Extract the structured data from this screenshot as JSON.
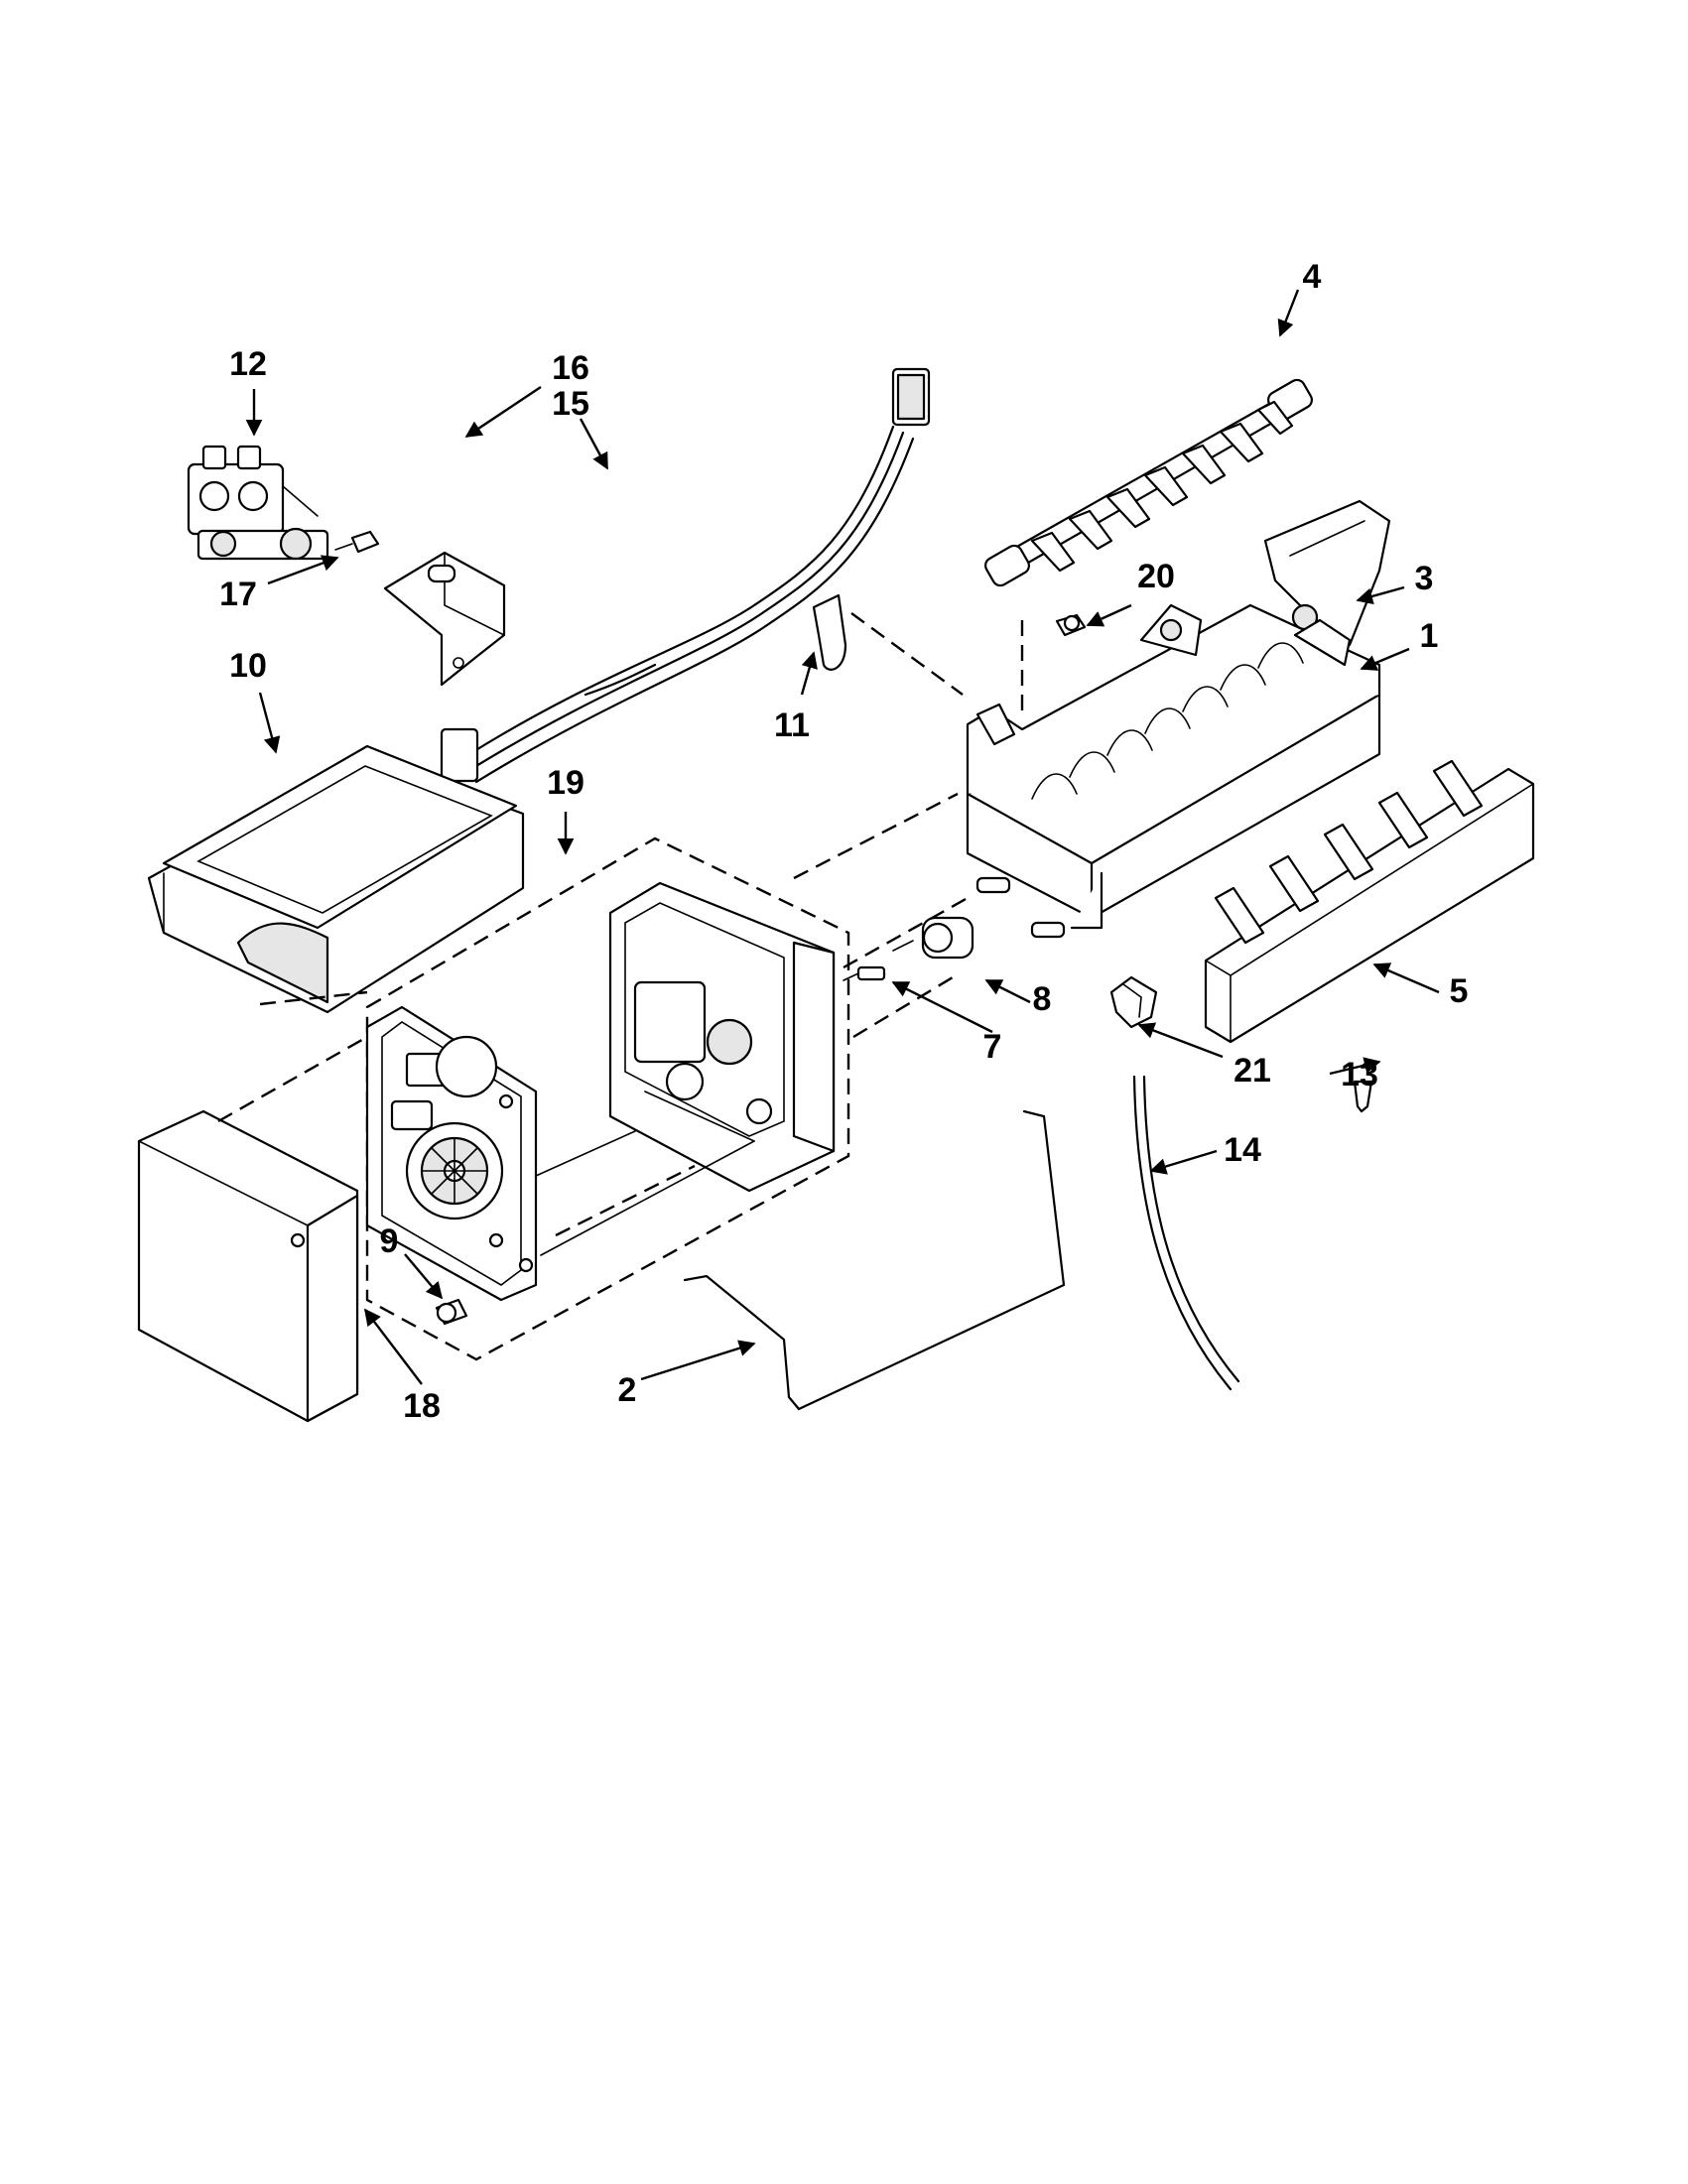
{
  "callouts": [
    {
      "id": "1",
      "label": "1"
    },
    {
      "id": "2",
      "label": "2"
    },
    {
      "id": "3",
      "label": "3"
    },
    {
      "id": "4",
      "label": "4"
    },
    {
      "id": "5",
      "label": "5"
    },
    {
      "id": "7",
      "label": "7"
    },
    {
      "id": "8",
      "label": "8"
    },
    {
      "id": "9",
      "label": "9"
    },
    {
      "id": "10",
      "label": "10"
    },
    {
      "id": "11",
      "label": "11"
    },
    {
      "id": "12",
      "label": "12"
    },
    {
      "id": "13",
      "label": "13"
    },
    {
      "id": "14",
      "label": "14"
    },
    {
      "id": "15",
      "label": "15"
    },
    {
      "id": "16",
      "label": "16"
    },
    {
      "id": "17",
      "label": "17"
    },
    {
      "id": "18",
      "label": "18"
    },
    {
      "id": "19",
      "label": "19"
    },
    {
      "id": "20",
      "label": "20"
    },
    {
      "id": "21",
      "label": "21"
    }
  ]
}
